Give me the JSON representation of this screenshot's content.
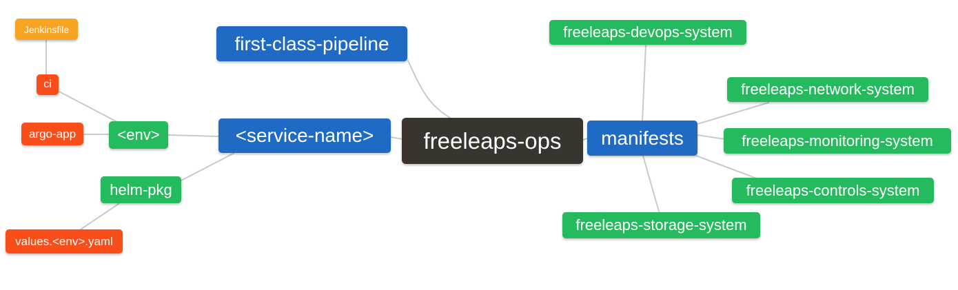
{
  "app": {
    "description": "mindmap of freeleaps-ops repository structure"
  },
  "palette": {
    "background": "#ffffff",
    "root": "#3a342f",
    "branch-blue": "#1e6ac4",
    "leaf-green": "#25ba5e",
    "leaf-orange": "#f7a422",
    "leaf-red": "#fa4e1a",
    "edge": "#c9c9c9",
    "node-text": "#ffffff"
  },
  "mindmap": {
    "root_label": "freeleaps-ops",
    "nodes": [
      {
        "id": "jenkinsfile",
        "label": "Jenkinsfile",
        "color": "#f7a422"
      },
      {
        "id": "ci",
        "label": "ci",
        "color": "#fa4e1a"
      },
      {
        "id": "argo-app",
        "label": "argo-app",
        "color": "#fa4e1a"
      },
      {
        "id": "env",
        "label": "<env>",
        "color": "#25ba5e"
      },
      {
        "id": "helm-pkg",
        "label": "helm-pkg",
        "color": "#25ba5e"
      },
      {
        "id": "values-env-yaml",
        "label": "values.<env>.yaml",
        "color": "#fa4e1a"
      },
      {
        "id": "first-class-pipeline",
        "label": "first-class-pipeline",
        "color": "#1e6ac4"
      },
      {
        "id": "service-name",
        "label": "<service-name>",
        "color": "#1e6ac4"
      },
      {
        "id": "freeleaps-ops",
        "label": "freeleaps-ops",
        "color": "#3a342f"
      },
      {
        "id": "manifests",
        "label": "manifests",
        "color": "#1e6ac4"
      },
      {
        "id": "freeleaps-devops-system",
        "label": "freeleaps-devops-system",
        "color": "#25ba5e"
      },
      {
        "id": "freeleaps-network-system",
        "label": "freeleaps-network-system",
        "color": "#25ba5e"
      },
      {
        "id": "freeleaps-monitoring-system",
        "label": "freeleaps-monitoring-system",
        "color": "#25ba5e"
      },
      {
        "id": "freeleaps-controls-system",
        "label": "freeleaps-controls-system",
        "color": "#25ba5e"
      },
      {
        "id": "freeleaps-storage-system",
        "label": "freeleaps-storage-system",
        "color": "#25ba5e"
      }
    ],
    "edges": [
      [
        "jenkinsfile",
        "ci"
      ],
      [
        "ci",
        "env"
      ],
      [
        "argo-app",
        "env"
      ],
      [
        "env",
        "service-name"
      ],
      [
        "helm-pkg",
        "service-name"
      ],
      [
        "values-env-yaml",
        "helm-pkg"
      ],
      [
        "first-class-pipeline",
        "freeleaps-ops"
      ],
      [
        "service-name",
        "freeleaps-ops"
      ],
      [
        "freeleaps-ops",
        "manifests"
      ],
      [
        "manifests",
        "freeleaps-devops-system"
      ],
      [
        "manifests",
        "freeleaps-network-system"
      ],
      [
        "manifests",
        "freeleaps-monitoring-system"
      ],
      [
        "manifests",
        "freeleaps-controls-system"
      ],
      [
        "manifests",
        "freeleaps-storage-system"
      ]
    ]
  }
}
